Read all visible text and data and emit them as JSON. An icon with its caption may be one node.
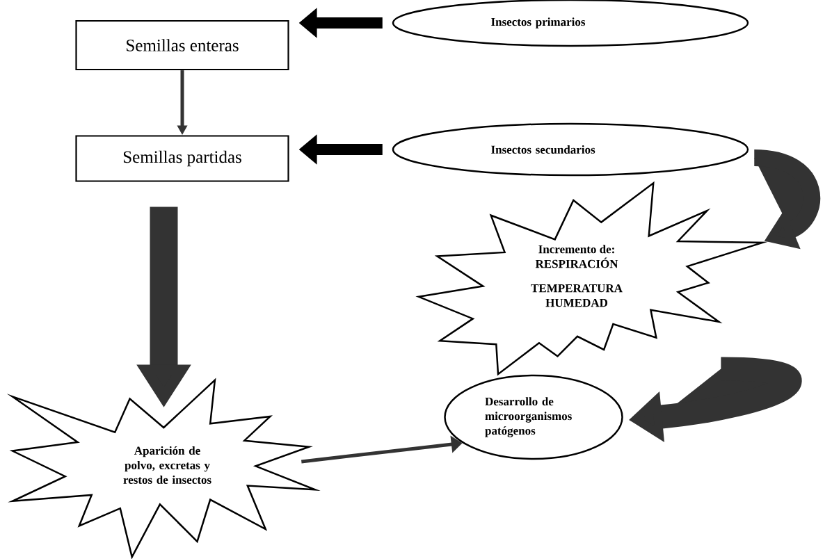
{
  "diagram": {
    "nodes": [
      {
        "text": [
          "Semillas enteras"
        ]
      },
      {
        "text": [
          "Semillas partidas"
        ]
      },
      {
        "text": [
          "Insectos primarios"
        ]
      },
      {
        "text": [
          "Insectos secundarios"
        ]
      },
      {
        "text": [
          "Incremento de:",
          "RESPIRACIÓN",
          "TEMPERATURA",
          "HUMEDAD"
        ]
      },
      {
        "text": [
          "Aparición de polvo, excretas y restos de insectos"
        ]
      },
      {
        "text": [
          "Desarrollo de microorganismos patógenos"
        ]
      }
    ],
    "edges": [
      {
        "from": 2,
        "to": 0,
        "arrow": "to",
        "color": "#000000"
      },
      {
        "from": 0,
        "to": 1,
        "arrow": "to"
      },
      {
        "from": 3,
        "to": 1,
        "arrow": "to",
        "color": "#000000"
      },
      {
        "from": 1,
        "to": 5,
        "arrow": "to",
        "style": "thick"
      },
      {
        "from": 3,
        "to": 4,
        "arrow": "to"
      },
      {
        "from": 4,
        "to": 6,
        "arrow": "to",
        "style": "thick"
      },
      {
        "from": 5,
        "to": 6,
        "arrow": "to"
      }
    ]
  }
}
